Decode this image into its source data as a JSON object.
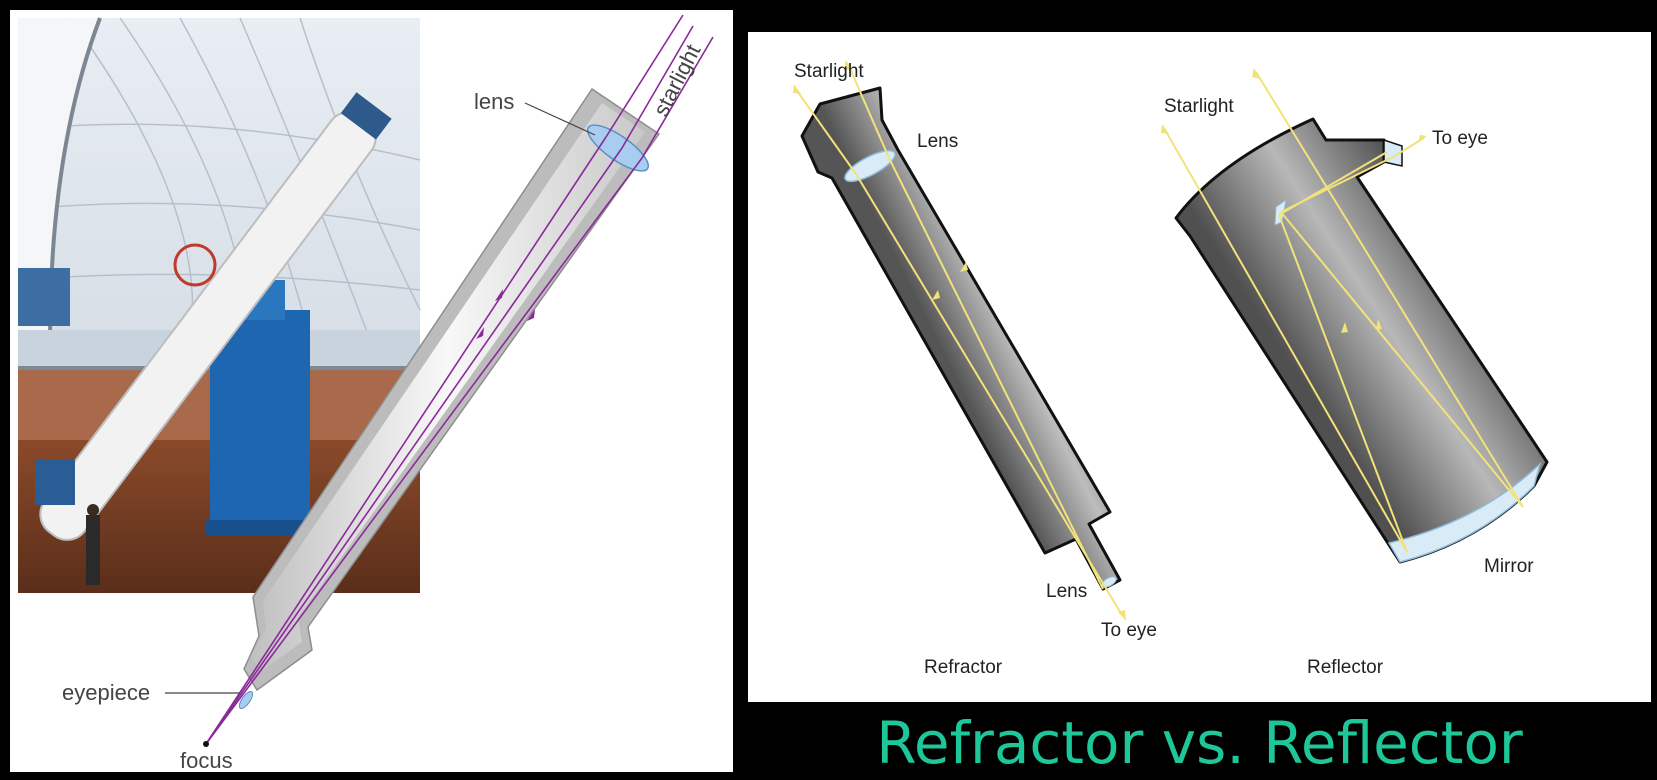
{
  "title": "Refractor vs. Reflector",
  "left_diagram": {
    "labels": {
      "lens": "lens",
      "starlight": "starlight",
      "eyepiece": "eyepiece",
      "focus": "focus"
    }
  },
  "right_diagram": {
    "refractor": {
      "starlight": "Starlight",
      "objective_lens": "Lens",
      "eyepiece_lens": "Lens",
      "to_eye": "To eye",
      "caption": "Refractor"
    },
    "reflector": {
      "starlight": "Starlight",
      "to_eye": "To eye",
      "mirror": "Mirror",
      "caption": "Reflector"
    }
  },
  "colors": {
    "title": "#1ec79a",
    "light_ray_purple": "#8a2a9a",
    "light_ray_yellow": "#f2e27a",
    "lens_blue": "#a8cdf0",
    "tube_grey": "#808080"
  }
}
